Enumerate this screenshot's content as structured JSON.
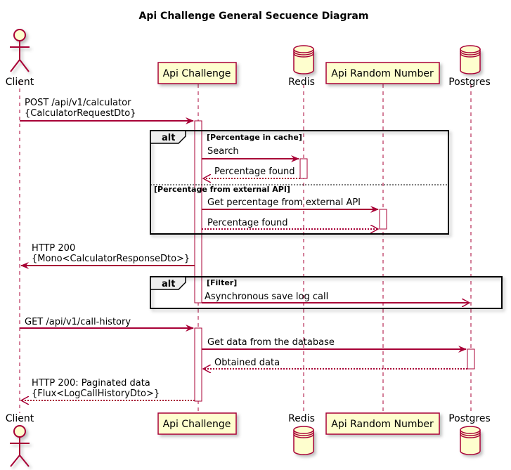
{
  "title": "Api Challenge General Secuence Diagram",
  "colors": {
    "line": "#A80036",
    "participant_fill": "#FEFECE",
    "shadow": "#cccccc",
    "frame": "#000000"
  },
  "participants": {
    "client": "Client",
    "api_challenge": "Api Challenge",
    "redis": "Redis",
    "api_random": "Api Random Number",
    "postgres": "Postgres"
  },
  "frames": {
    "alt1": {
      "keyword": "alt",
      "condition1": "[Percentage in cache]",
      "condition2": "[Percentage from external API]"
    },
    "alt2": {
      "keyword": "alt",
      "condition1": "[Filter]"
    }
  },
  "messages": {
    "m1_line1": "POST /api/v1/calculator",
    "m1_line2": "{CalculatorRequestDto}",
    "m2": "Search",
    "m3": "Percentage found",
    "m4": "Get percentage from external API",
    "m5": "Percentage found",
    "m6_line1": "HTTP 200",
    "m6_line2": "{Mono<CalculatorResponseDto>}",
    "m7": "Asynchronous save log call",
    "m8": "GET /api/v1/call-history",
    "m9": "Get data from the database",
    "m10": "Obtained data",
    "m11_line1": "HTTP 200: Paginated data",
    "m11_line2": "{Flux<LogCallHistoryDto>}"
  }
}
